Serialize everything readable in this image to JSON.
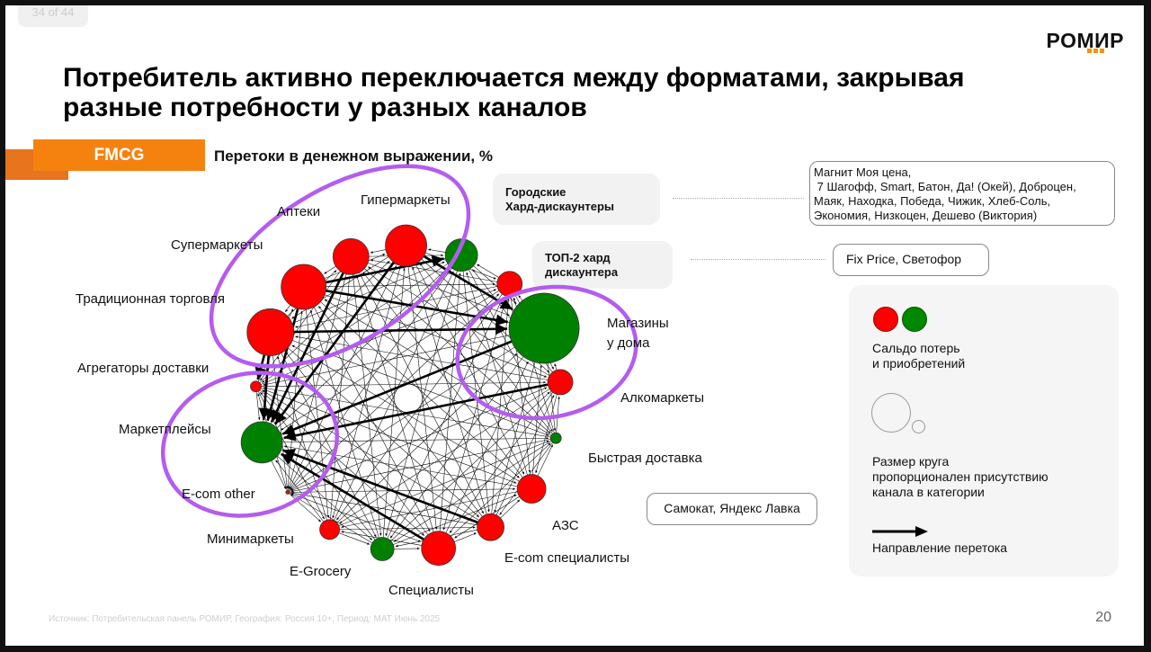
{
  "viewer": {
    "slide_counter": "34 of 44"
  },
  "brand": {
    "logo_text": "РОМИР",
    "accent": "#f5820f"
  },
  "slide": {
    "title_line1": "Потребитель активно переключается между форматами, закрывая",
    "title_line2": "разные потребности у разных каналов",
    "category_tag": "FMCG",
    "subtitle": "Перетоки в денежном выражении, %",
    "page_number": "20",
    "footer": "Источник: Потребительская панель РОМИР, География: Россия 10+, Период: МАТ Июнь 2025"
  },
  "callouts": {
    "city_hard": {
      "label_line1": "Городские",
      "label_line2": "Хард-дискаунтеры",
      "list_lines": [
        "Магнит Моя цена,",
        " 7 Шагофф, Smart, Батон, Да! (Окей), Доброцен,",
        "Маяк, Находка, Победа, Чижик, Хлеб-Соль,",
        "Экономия, Низкоцен, Дешево (Виктория)"
      ]
    },
    "top2_hard": {
      "label_line1": "ТОП-2 хард",
      "label_line2": "дискаунтера",
      "list": "Fix Price, Светофор"
    },
    "fast_delivery": {
      "list": "Самокат, Яндекс Лавка"
    }
  },
  "legend": {
    "balance_line1": "Сальдо потерь",
    "balance_line2": "и приобретений",
    "size_line1": "Размер круга",
    "size_line2": "пропорционален присутствию",
    "size_line3": "канала в категории",
    "direction": "Направление перетока",
    "colors": {
      "loss": "#ff0000",
      "gain": "#008000"
    }
  },
  "nodes": [
    {
      "id": "apteki",
      "label": "Аптеки",
      "balance": "loss",
      "size": 20
    },
    {
      "id": "hyper",
      "label": "Гипермаркеты",
      "balance": "loss",
      "size": 23
    },
    {
      "id": "cityhard",
      "label": "",
      "balance": "gain",
      "size": 18
    },
    {
      "id": "top2",
      "label": "",
      "balance": "loss",
      "size": 14
    },
    {
      "id": "home",
      "label": "Магазины у дома",
      "balance": "gain",
      "size": 39
    },
    {
      "id": "alko",
      "label": "Алкомаркеты",
      "balance": "loss",
      "size": 14
    },
    {
      "id": "fast",
      "label": "Быстрая доставка",
      "balance": "gain",
      "size": 6
    },
    {
      "id": "azs",
      "label": "АЗС",
      "balance": "loss",
      "size": 16
    },
    {
      "id": "ecomspec",
      "label": "E-com специалисты",
      "balance": "loss",
      "size": 15
    },
    {
      "id": "spec",
      "label": "Специалисты",
      "balance": "loss",
      "size": 19
    },
    {
      "id": "egrocery",
      "label": "E-Grocery",
      "balance": "gain",
      "size": 13
    },
    {
      "id": "mini",
      "label": "Минимаркеты",
      "balance": "loss",
      "size": 11
    },
    {
      "id": "ecomother",
      "label": "E-com other",
      "balance": "loss",
      "size": 2
    },
    {
      "id": "mp",
      "label": "Маркетплейсы",
      "balance": "gain",
      "size": 23
    },
    {
      "id": "aggr",
      "label": "Агрегаторы доставки",
      "balance": "loss",
      "size": 6
    },
    {
      "id": "trad",
      "label": "Традиционная торговля",
      "balance": "loss",
      "size": 26
    },
    {
      "id": "super",
      "label": "Супермаркеты",
      "balance": "loss",
      "size": 25
    }
  ],
  "major_flows": [
    [
      "trad",
      "home"
    ],
    [
      "home",
      "mp"
    ],
    [
      "trad",
      "mp"
    ],
    [
      "super",
      "mp"
    ],
    [
      "hyper",
      "mp"
    ],
    [
      "alko",
      "mp"
    ],
    [
      "spec",
      "mp"
    ],
    [
      "ecomspec",
      "mp"
    ],
    [
      "hyper",
      "home"
    ],
    [
      "super",
      "home"
    ],
    [
      "apteki",
      "mp"
    ],
    [
      "trad",
      "aggr"
    ],
    [
      "super",
      "cityhard"
    ]
  ]
}
